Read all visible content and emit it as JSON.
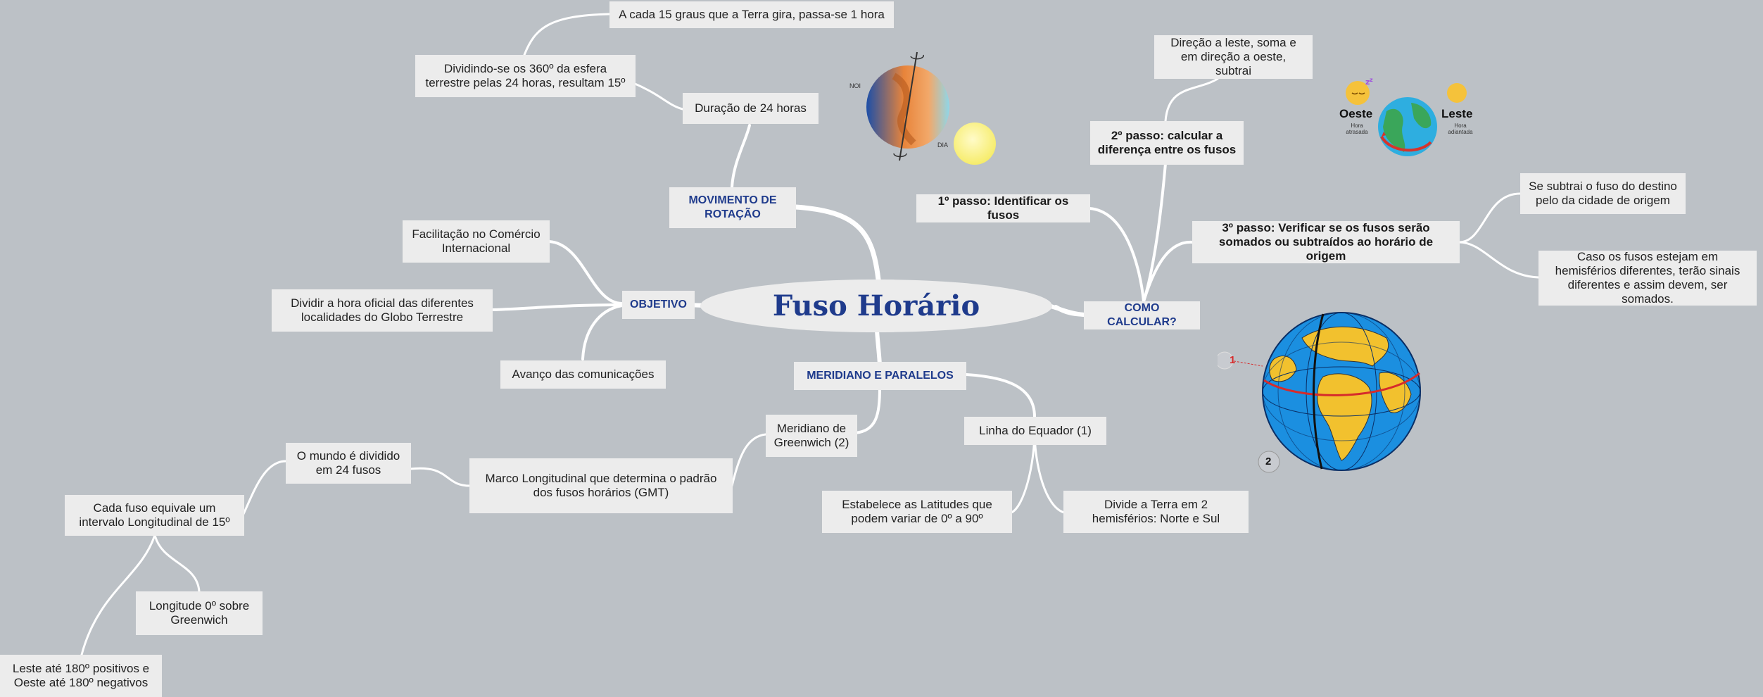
{
  "title": "Fuso Horário",
  "branches": {
    "rotacao": "MOVIMENTO DE ROTAÇÃO",
    "objetivo": "OBJETIVO",
    "meridiano": "MERIDIANO E PARALELOS",
    "calcular": "COMO CALCULAR?"
  },
  "rotacao": {
    "duracao": "Duração de 24 horas",
    "dividindo": "Dividindo-se os 360º da esfera terrestre pelas 24 horas, resultam 15º",
    "cada15": "A cada 15 graus que a Terra gira, passa-se 1 hora"
  },
  "objetivo": {
    "comercio": "Facilitação no Comércio Internacional",
    "dividir": "Dividir a hora oficial das diferentes localidades do Globo Terrestre",
    "comunicacoes": "Avanço das comunicações"
  },
  "meridiano": {
    "greenwich": "Meridiano de Greenwich (2)",
    "marco": "Marco Longitudinal que determina o padrão dos fusos horários (GMT)",
    "mundo": "O mundo é dividido em 24 fusos",
    "cada_fuso": "Cada fuso equivale um intervalo Longitudinal de 15º",
    "longitude0": "Longitude 0º sobre Greenwich",
    "leste_oeste": "Leste até 180º positivos e Oeste até 180º negativos",
    "equador": "Linha do Equador (1)",
    "latitudes": "Estabelece as Latitudes que podem variar de 0º a 90º",
    "divide": "Divide a Terra em 2 hemisférios: Norte e Sul"
  },
  "calcular": {
    "passo1": "1º passo: Identificar os fusos",
    "passo2": "2º passo: calcular a diferença entre os fusos",
    "direcao": "Direção a leste, soma e em direção a oeste, subtrai",
    "passo3": "3º passo: Verificar se os fusos serão somados ou subtraídos ao horário de origem",
    "subtrai": "Se subtrai o fuso do destino pelo da cidade de origem",
    "hemisferios": "Caso os fusos estejam em hemisférios diferentes, terão sinais diferentes e assim devem, ser somados."
  },
  "illustrations": {
    "rotation": {
      "noite": "NOI",
      "dia": "DIA"
    },
    "east_west": {
      "oeste": "Oeste",
      "oeste_sub": "Hora atrasada",
      "leste": "Leste",
      "leste_sub": "Hora adiantada"
    },
    "globe": {
      "marker1": "1",
      "marker2": "2"
    }
  },
  "colors": {
    "background": "#bcc1c6",
    "node": "#ececec",
    "branch_text": "#1f3b8c",
    "link": "#ffffff",
    "equator": "#d62b2b",
    "ocean": "#1b8fe0",
    "land": "#f2c12e"
  }
}
